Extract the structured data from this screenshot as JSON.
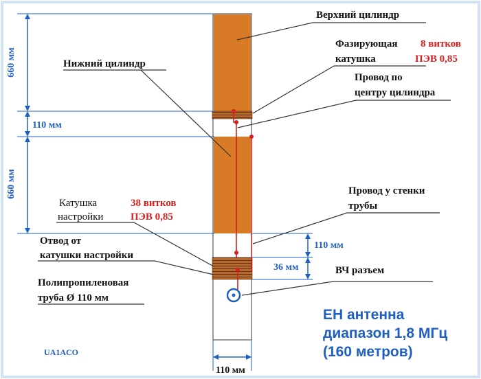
{
  "colors": {
    "background": "#ffffff",
    "frame": "#cfe3f7",
    "cylinder": "#d97b26",
    "coil": "#b86a2c",
    "wire": "#d42020",
    "dimension": "#1f5fc0",
    "leader": "#333333",
    "label_red": "#d42020",
    "title_blue": "#1f5fc0"
  },
  "labels": {
    "upper_cylinder": "Верхний цилиндр",
    "lower_cylinder": "Нижний цилиндр",
    "phasing_coil_line1": "Фазирующая",
    "phasing_coil_line2": "катушка",
    "phasing_turns_line1": "8 витков",
    "phasing_turns_line2": "ПЭВ 0,85",
    "center_wire_line1": "Провод по",
    "center_wire_line2": "центру цилиндра",
    "wall_wire_line1": "Провод у стенки",
    "wall_wire_line2": "трубы",
    "tuning_coil_line1": "Катушка",
    "tuning_coil_line2": "настройки",
    "tuning_turns_line1": "38 витков",
    "tuning_turns_line2": "ПЭВ 0,85",
    "tap_line1": "Отвод от",
    "tap_line2": "катушки настройки",
    "pipe_line1": "Полипропиленовая",
    "pipe_line2": "труба Ø 110 мм",
    "rf_connector": "ВЧ разъем"
  },
  "dimensions": {
    "upper_length": "660 мм",
    "gap": "110 мм",
    "lower_length": "660 мм",
    "bottom_gap": "110 мм",
    "coil_height": "36 мм",
    "diameter": "110 мм"
  },
  "title": {
    "line1": "ЕН антенна",
    "line2": "диапазон 1,8 МГц",
    "line3": "(160 метров)"
  },
  "signature": "UA1ACO",
  "icons": {
    "connector": "rf-connector-icon"
  }
}
